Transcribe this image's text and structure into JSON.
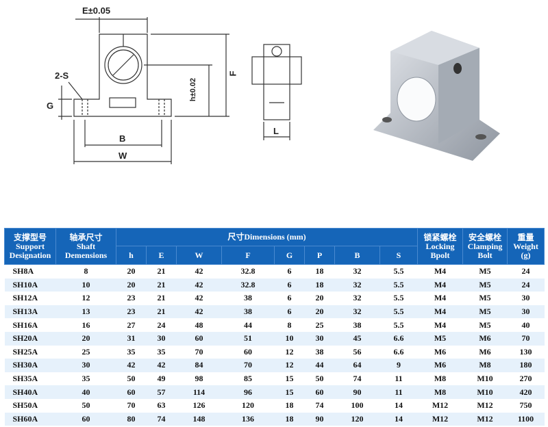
{
  "drawing_labels": {
    "e": "E±0.05",
    "s": "2-S",
    "g": "G",
    "b": "B",
    "w": "W",
    "h": "h±0.02",
    "f": "F",
    "l": "L"
  },
  "table": {
    "h_designation_cn": "支撑型号",
    "h_designation": "Support Designation",
    "h_shaft_cn": "轴承尺寸",
    "h_shaft": "Shaft Demensions",
    "h_dims": "尺寸Dimensions (mm)",
    "dim_cols": [
      "h",
      "E",
      "W",
      "F",
      "G",
      "P",
      "B",
      "S"
    ],
    "h_locking_cn": "锁紧螺栓",
    "h_locking": "Locking Bpolt",
    "h_clamping_cn": "安全螺栓",
    "h_clamping": "Clamping Bolt",
    "h_weight_cn": "重量",
    "h_weight": "Weight (g)",
    "rows": [
      [
        "SH8A",
        "8",
        "20",
        "21",
        "42",
        "32.8",
        "6",
        "18",
        "32",
        "5.5",
        "M4",
        "M5",
        "24"
      ],
      [
        "SH10A",
        "10",
        "20",
        "21",
        "42",
        "32.8",
        "6",
        "18",
        "32",
        "5.5",
        "M4",
        "M5",
        "24"
      ],
      [
        "SH12A",
        "12",
        "23",
        "21",
        "42",
        "38",
        "6",
        "20",
        "32",
        "5.5",
        "M4",
        "M5",
        "30"
      ],
      [
        "SH13A",
        "13",
        "23",
        "21",
        "42",
        "38",
        "6",
        "20",
        "32",
        "5.5",
        "M4",
        "M5",
        "30"
      ],
      [
        "SH16A",
        "16",
        "27",
        "24",
        "48",
        "44",
        "8",
        "25",
        "38",
        "5.5",
        "M4",
        "M5",
        "40"
      ],
      [
        "SH20A",
        "20",
        "31",
        "30",
        "60",
        "51",
        "10",
        "30",
        "45",
        "6.6",
        "M5",
        "M6",
        "70"
      ],
      [
        "SH25A",
        "25",
        "35",
        "35",
        "70",
        "60",
        "12",
        "38",
        "56",
        "6.6",
        "M6",
        "M6",
        "130"
      ],
      [
        "SH30A",
        "30",
        "42",
        "42",
        "84",
        "70",
        "12",
        "44",
        "64",
        "9",
        "M6",
        "M8",
        "180"
      ],
      [
        "SH35A",
        "35",
        "50",
        "49",
        "98",
        "85",
        "15",
        "50",
        "74",
        "11",
        "M8",
        "M10",
        "270"
      ],
      [
        "SH40A",
        "40",
        "60",
        "57",
        "114",
        "96",
        "15",
        "60",
        "90",
        "11",
        "M8",
        "M10",
        "420"
      ],
      [
        "SH50A",
        "50",
        "70",
        "63",
        "126",
        "120",
        "18",
        "74",
        "100",
        "14",
        "M12",
        "M12",
        "750"
      ],
      [
        "SH60A",
        "60",
        "80",
        "74",
        "148",
        "136",
        "18",
        "90",
        "120",
        "14",
        "M12",
        "M12",
        "1100"
      ]
    ]
  }
}
